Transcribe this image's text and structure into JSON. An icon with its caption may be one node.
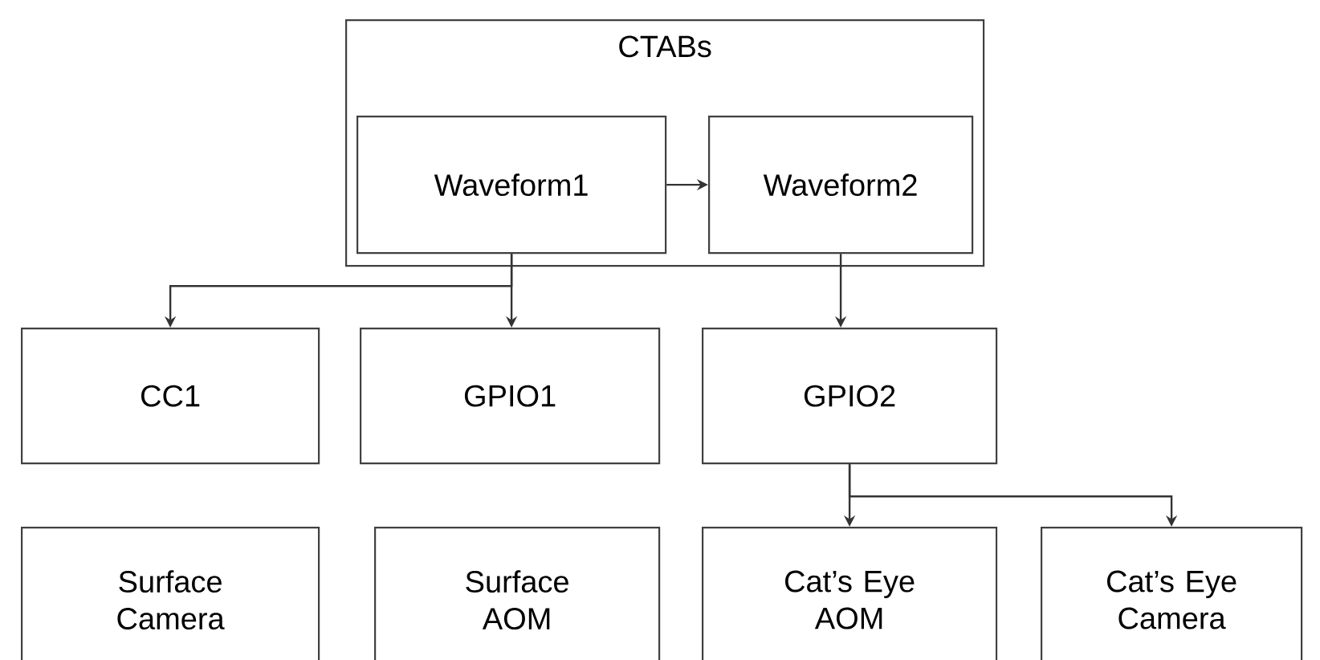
{
  "diagram": {
    "nodes": [
      {
        "text": [
          "CTABs"
        ]
      },
      {
        "text": [
          "Waveform1"
        ],
        "in": 0
      },
      {
        "text": [
          "Waveform2"
        ],
        "in": 0
      },
      {
        "text": [
          "CC1"
        ]
      },
      {
        "text": [
          "GPIO1"
        ]
      },
      {
        "text": [
          "GPIO2"
        ]
      },
      {
        "text": [
          "Surface Camera"
        ]
      },
      {
        "text": [
          "Surface AOM"
        ]
      },
      {
        "text": [
          "Cat’s Eye AOM"
        ]
      },
      {
        "text": [
          "Cat’s Eye Camera"
        ]
      }
    ],
    "edges": [
      {
        "from": 1,
        "to": 2,
        "arrow": "to"
      },
      {
        "from": 1,
        "to": 3,
        "arrow": "to"
      },
      {
        "from": 1,
        "to": 4,
        "arrow": "to"
      },
      {
        "from": 2,
        "to": 5,
        "arrow": "to"
      },
      {
        "from": 5,
        "to": 8,
        "arrow": "to"
      },
      {
        "from": 5,
        "to": 9,
        "arrow": "to"
      }
    ]
  }
}
